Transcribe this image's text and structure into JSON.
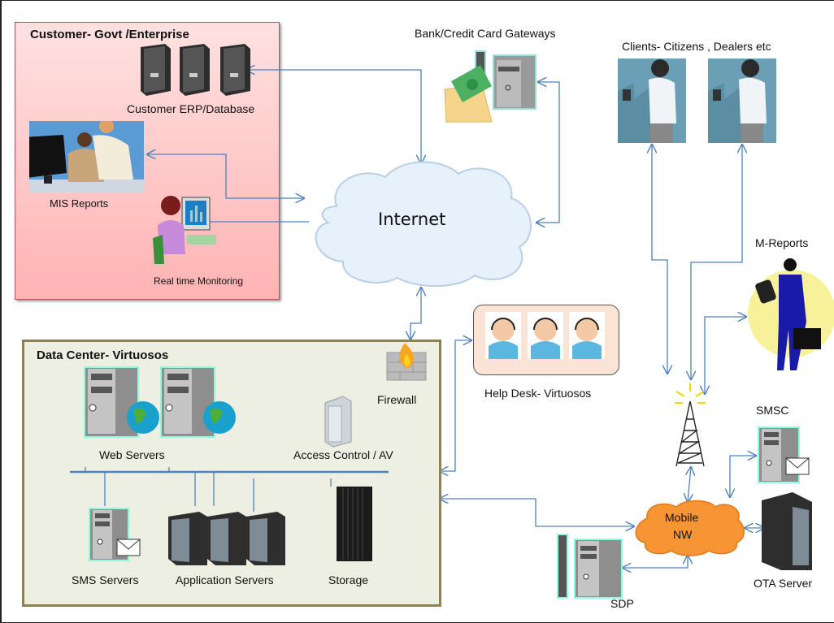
{
  "diagram": {
    "customer_group": {
      "title": "Customer- Govt /Enterprise",
      "erp_label": "Customer ERP/Database",
      "mis_label": "MIS Reports",
      "monitor_label": "Real time Monitoring"
    },
    "bank_label": "Bank/Credit Card Gateways",
    "internet_label": "Internet",
    "clients_label": "Clients- Citizens , Dealers etc",
    "mreports_label": "M-Reports",
    "helpdesk_label": "Help Desk- Virtuosos",
    "datacenter": {
      "title": "Data Center- Virtuosos",
      "firewall_label": "Firewall",
      "web_label": "Web Servers",
      "access_label": "Access Control / AV",
      "sms_label": "SMS Servers",
      "app_label": "Application Servers",
      "storage_label": "Storage"
    },
    "smsc_label": "SMSC",
    "mobile_label_1": "Mobile",
    "mobile_label_2": "NW",
    "ota_label": "OTA Server",
    "sdp_label": "SDP",
    "colors": {
      "connector": "#4f81bd",
      "customer_fill": "#ffc7c7",
      "datacenter_fill": "#ecefe2",
      "datacenter_border": "#8c8258",
      "internet_cloud": "#e6f1fc",
      "mobile_cloud": "#f79433",
      "helpdesk_fill": "#fbe3d6"
    }
  }
}
